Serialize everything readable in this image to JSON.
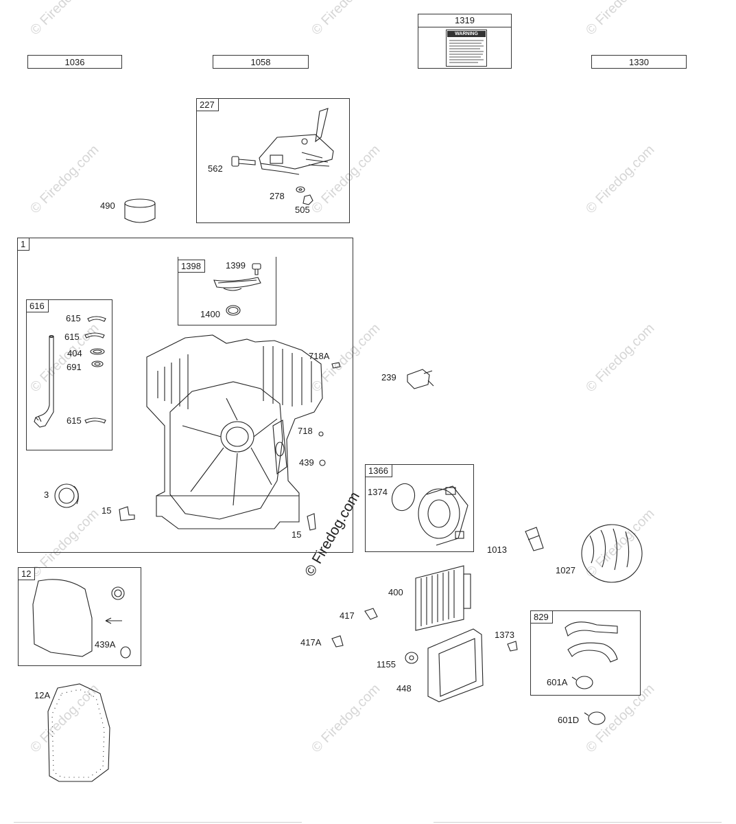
{
  "watermark": {
    "text": "© Firedog.com"
  },
  "reference_boxes": [
    "1036",
    "1058",
    "1319",
    "1330"
  ],
  "warning_label": {
    "title": "WARNING"
  },
  "groups": {
    "g227": "227",
    "g1": "1",
    "g1398": "1398",
    "g616": "616",
    "g1366": "1366",
    "g12": "12",
    "g829": "829"
  },
  "callouts": {
    "c562": "562",
    "c278": "278",
    "c505": "505",
    "c490": "490",
    "c1399": "1399",
    "c1400": "1400",
    "c615a": "615",
    "c615b": "615",
    "c404": "404",
    "c691": "691",
    "c615c": "615",
    "c718A": "718A",
    "c718": "718",
    "c439": "439",
    "c3": "3",
    "c15a": "15",
    "c15b": "15",
    "c239": "239",
    "c1374": "1374",
    "c1013": "1013",
    "c1027": "1027",
    "c400": "400",
    "c417": "417",
    "c417A": "417A",
    "c1373": "1373",
    "c1155": "1155",
    "c448": "448",
    "c601A": "601A",
    "c601D": "601D",
    "c439A": "439A",
    "c12A": "12A"
  }
}
